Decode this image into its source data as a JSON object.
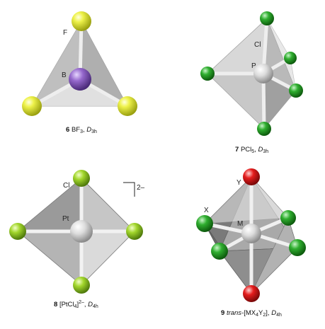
{
  "colors": {
    "F": "#e3ea2a",
    "B": "#8f62c4",
    "Cl": "#2ea82e",
    "Cl_light": "#9fd42a",
    "P": "#d8d8d8",
    "Pt": "#e4e4e4",
    "Y": "#e01818",
    "M": "#cfcfcf"
  },
  "molecules": [
    {
      "id": "bf3",
      "labels": {
        "terminal": "F",
        "central": "B"
      },
      "caption": {
        "number": "6",
        "formula_main": "BF",
        "formula_sub": "3",
        "sep": ", ",
        "symmetry": "D",
        "symmetry_sub": "3h"
      }
    },
    {
      "id": "pcl5",
      "labels": {
        "terminal": "Cl",
        "central": "P"
      },
      "caption": {
        "number": "7",
        "formula_main": "PCl",
        "formula_sub": "5",
        "sep": ", ",
        "symmetry": "D",
        "symmetry_sub": "3h"
      }
    },
    {
      "id": "ptcl4",
      "labels": {
        "terminal": "Cl",
        "central": "Pt",
        "charge": "2–"
      },
      "caption": {
        "number": "8",
        "formula_main": "[PtCl",
        "formula_sub": "4",
        "formula_close": "]",
        "formula_sup": "2–",
        "sep": ", ",
        "symmetry": "D",
        "symmetry_sub": "4h"
      }
    },
    {
      "id": "mx4y2",
      "labels": {
        "axial": "Y",
        "terminal": "X",
        "central": "M"
      },
      "caption": {
        "number": "9",
        "prefix": "trans",
        "formula_main": "-[MX",
        "formula_sub": "4",
        "formula_mid": "Y",
        "formula_sub2": "2",
        "formula_close": "]",
        "sep": ", ",
        "symmetry": "D",
        "symmetry_sub": "4h"
      }
    }
  ]
}
